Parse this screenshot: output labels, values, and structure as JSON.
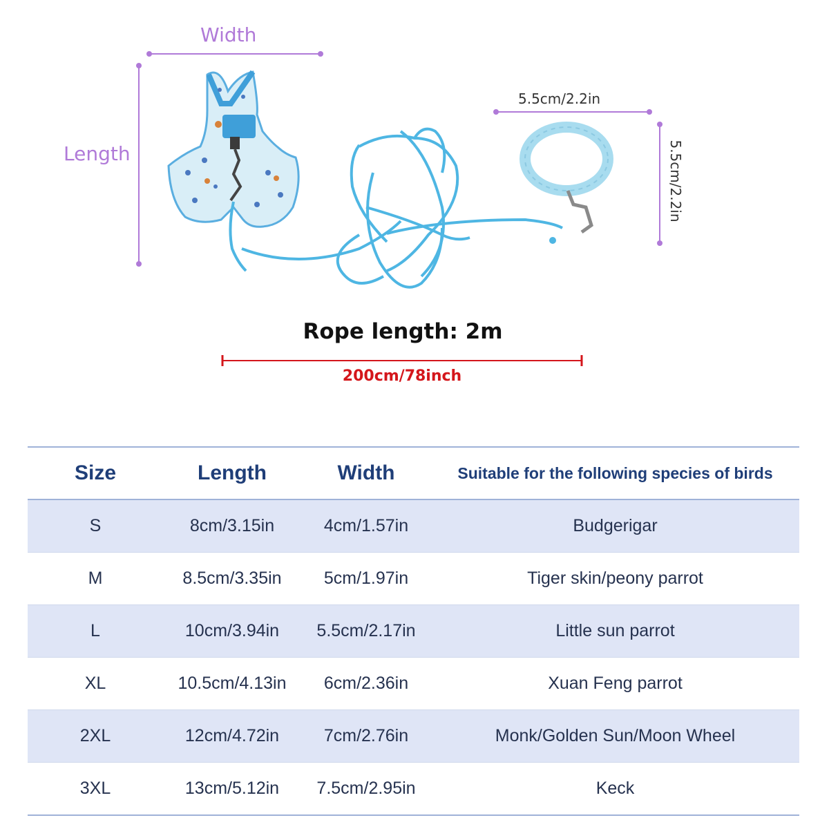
{
  "diagram": {
    "width_label": "Width",
    "length_label": "Length",
    "wrist_width_label": "5.5cm/2.2in",
    "wrist_height_label": "5.5cm/2.2in",
    "rope_title": "Rope length: 2m",
    "rope_subtitle": "200cm/78inch",
    "colors": {
      "dimension_purple": "#b07ad8",
      "rope_blue": "#4eb6e3",
      "rope_measure_red": "#d4161b"
    }
  },
  "table": {
    "headers": [
      "Size",
      "Length",
      "Width",
      "Suitable for the following species of birds"
    ],
    "rows": [
      [
        "S",
        "8cm/3.15in",
        "4cm/1.57in",
        "Budgerigar"
      ],
      [
        "M",
        "8.5cm/3.35in",
        "5cm/1.97in",
        "Tiger skin/peony parrot"
      ],
      [
        "L",
        "10cm/3.94in",
        "5.5cm/2.17in",
        "Little sun parrot"
      ],
      [
        "XL",
        "10.5cm/4.13in",
        "6cm/2.36in",
        "Xuan Feng parrot"
      ],
      [
        "2XL",
        "12cm/4.72in",
        "7cm/2.76in",
        "Monk/Golden Sun/Moon Wheel"
      ],
      [
        "3XL",
        "13cm/5.12in",
        "7.5cm/2.95in",
        "Keck"
      ]
    ]
  }
}
